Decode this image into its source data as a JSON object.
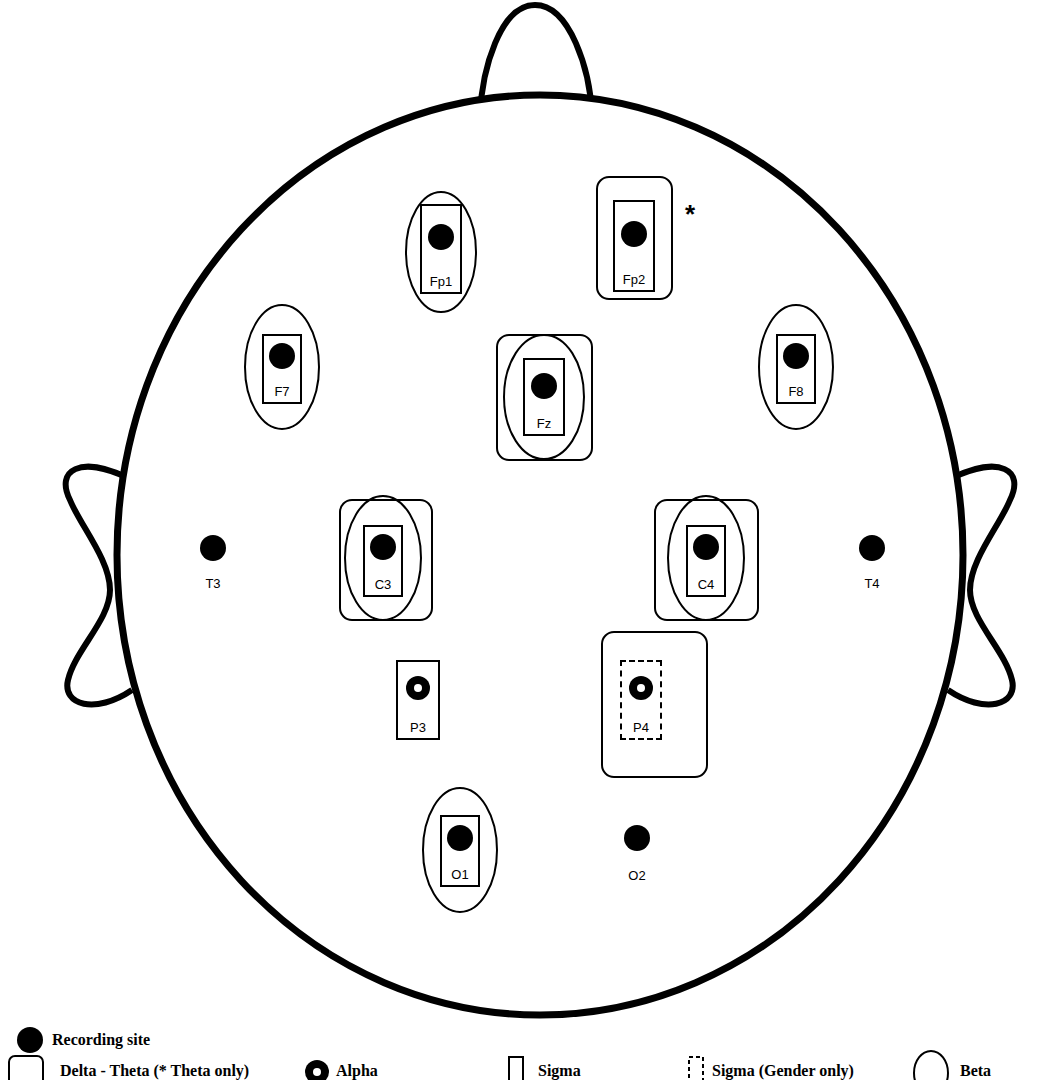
{
  "diagram": {
    "nodes": [
      {
        "text": [
          "Fp1"
        ]
      },
      {
        "text": [
          "Fp2"
        ]
      },
      {
        "text": [
          "F7"
        ]
      },
      {
        "text": [
          "Fz"
        ]
      },
      {
        "text": [
          "F8"
        ]
      },
      {
        "text": [
          "C3"
        ]
      },
      {
        "text": [
          "C4"
        ]
      },
      {
        "text": [
          "P3"
        ]
      },
      {
        "text": [
          "P4"
        ]
      },
      {
        "text": [
          "O1"
        ]
      }
    ],
    "labels": [
      "*",
      "T3",
      "T4",
      "O2"
    ],
    "legend": [
      {
        "text": "Recording site"
      },
      {
        "text": "Delta - Theta (* Theta only)"
      },
      {
        "text": "Alpha"
      },
      {
        "text": "Sigma"
      },
      {
        "text": "Sigma (Gender only)"
      },
      {
        "text": "Beta"
      }
    ]
  }
}
